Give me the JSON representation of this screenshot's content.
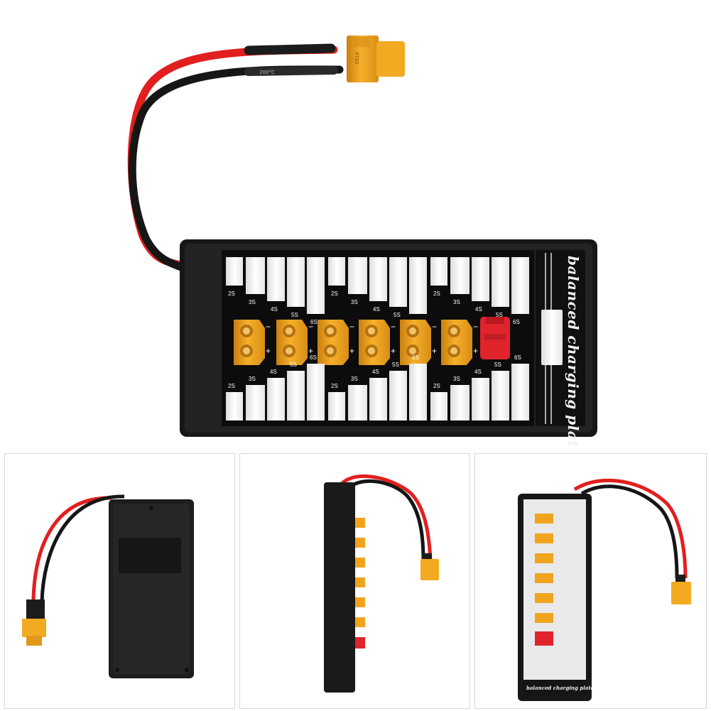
{
  "product": {
    "brand_text": "balanced charging plate",
    "cable_rating": "200°C",
    "connector_marking": "XT60",
    "polarity_minus": "−",
    "polarity_plus": "+",
    "cell_labels": [
      "2S",
      "3S",
      "4S",
      "5S",
      "6S"
    ]
  },
  "views": [
    {
      "name": "front-main"
    },
    {
      "name": "back"
    },
    {
      "name": "side"
    },
    {
      "name": "front-angle"
    }
  ],
  "colors": {
    "board": "#1b1b1b",
    "connector": "#f0a41e",
    "red_connector": "#e0242c",
    "cable_red": "#e21f1f",
    "cable_black": "#141414",
    "balance_port": "#f5f5f5"
  }
}
